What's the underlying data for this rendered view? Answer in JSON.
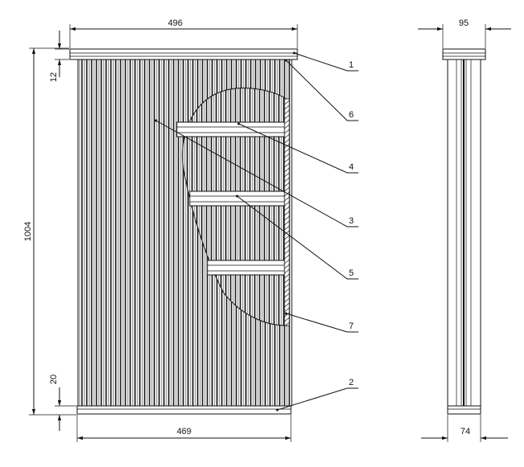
{
  "dimensions": {
    "top_width": "496",
    "bottom_width": "469",
    "height": "1004",
    "top_cap": "12",
    "bottom_cap": "20",
    "side_top_width": "95",
    "side_bottom_width": "74"
  },
  "callouts": [
    "1",
    "6",
    "4",
    "3",
    "5",
    "7",
    "2"
  ],
  "colors": {
    "ink": "#111111",
    "pleat": "#1a1a1a",
    "panel": "#ffffff"
  }
}
